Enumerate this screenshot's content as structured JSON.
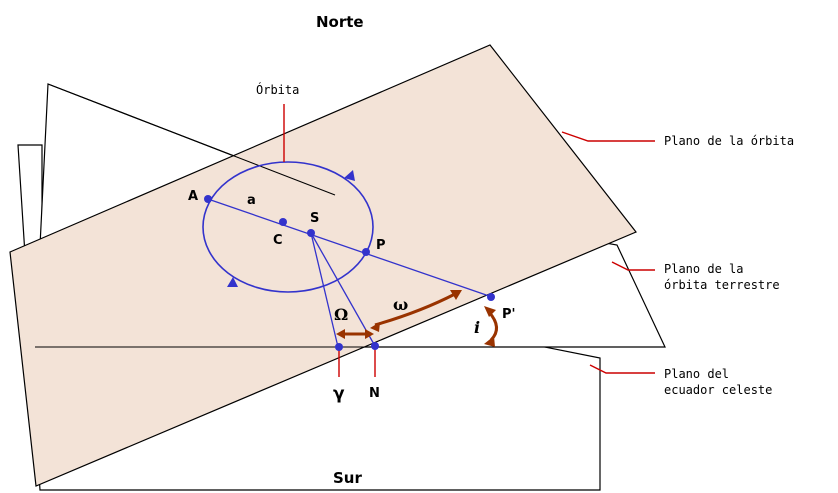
{
  "titles": {
    "north": "Norte",
    "south": "Sur"
  },
  "labels": {
    "orbit": "Órbita",
    "orbit_plane": "Plano de la órbita",
    "earth_orbit_plane_line1": "Plano de la",
    "earth_orbit_plane_line2": "órbita terrestre",
    "celestial_equator_line1": "Plano del",
    "celestial_equator_line2": "ecuador celeste"
  },
  "points": {
    "A": "A",
    "a": "a",
    "C": "C",
    "S": "S",
    "P": "P",
    "P_prime": "P'",
    "aries": "γ",
    "N": "N"
  },
  "angles": {
    "node_longitude": "Ω",
    "perihelion_arg": "ω",
    "inclination": "i"
  },
  "colors": {
    "orbit_plane_fill": "#f3e3d7",
    "orbit_blue": "#3333cc",
    "callout_red": "#cc0000",
    "arc_brown": "#993300",
    "outline": "#000000"
  }
}
